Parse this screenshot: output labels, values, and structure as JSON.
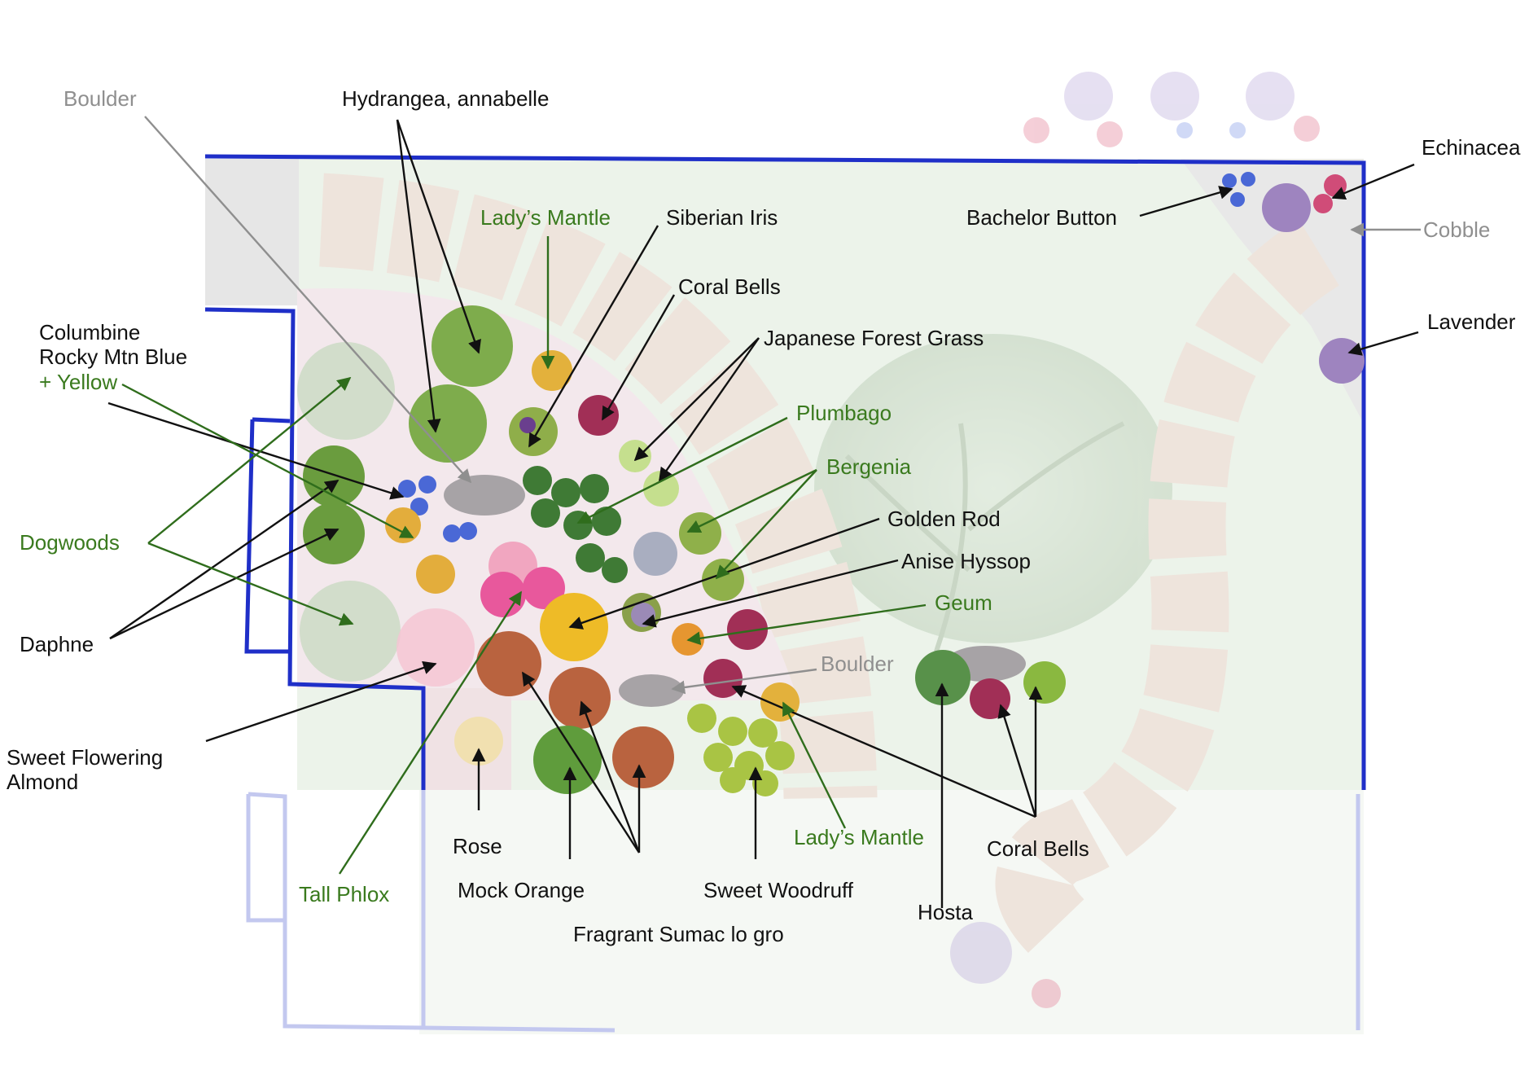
{
  "colors": {
    "boundary": "#1f2fc8",
    "boundary_faded": "#c3c8ef",
    "lawn": "#ecf3ea",
    "cobble": "#e6e6e6",
    "label_black": "#111111",
    "label_green": "#3a7a1e",
    "label_gray": "#8f8f8f",
    "leader_green": "#2f6d1c",
    "leader_gray": "#8f8f8f"
  },
  "labels": {
    "boulder_top": "Boulder",
    "hydrangea": "Hydrangea, annabelle",
    "ladys_mantle_top": "Lady’s Mantle",
    "siberian_iris": "Siberian Iris",
    "coral_bells_top": "Coral Bells",
    "japanese_forest_grass": "Japanese Forest Grass",
    "plumbago": "Plumbago",
    "bergenia": "Bergenia",
    "golden_rod": "Golden Rod",
    "anise_hyssop": "Anise Hyssop",
    "geum": "Geum",
    "boulder_mid": "Boulder",
    "columbine": [
      "Columbine",
      "Rocky Mtn Blue"
    ],
    "columbine_yellow": "+ Yellow",
    "dogwoods": "Dogwoods",
    "daphne": "Daphne",
    "sweet_flowering_almond": [
      "Sweet Flowering",
      "Almond"
    ],
    "rose": "Rose",
    "mock_orange": "Mock Orange",
    "fragrant_sumac": "Fragrant Sumac lo gro",
    "sweet_woodruff": "Sweet Woodruff",
    "ladys_mantle_bottom": "Lady’s Mantle",
    "hosta": "Hosta",
    "coral_bells_bottom": "Coral Bells",
    "tall_phlox": "Tall Phlox",
    "echinacea": "Echinacea",
    "bachelor_button": "Bachelor Button",
    "cobble": "Cobble",
    "lavender": "Lavender"
  }
}
